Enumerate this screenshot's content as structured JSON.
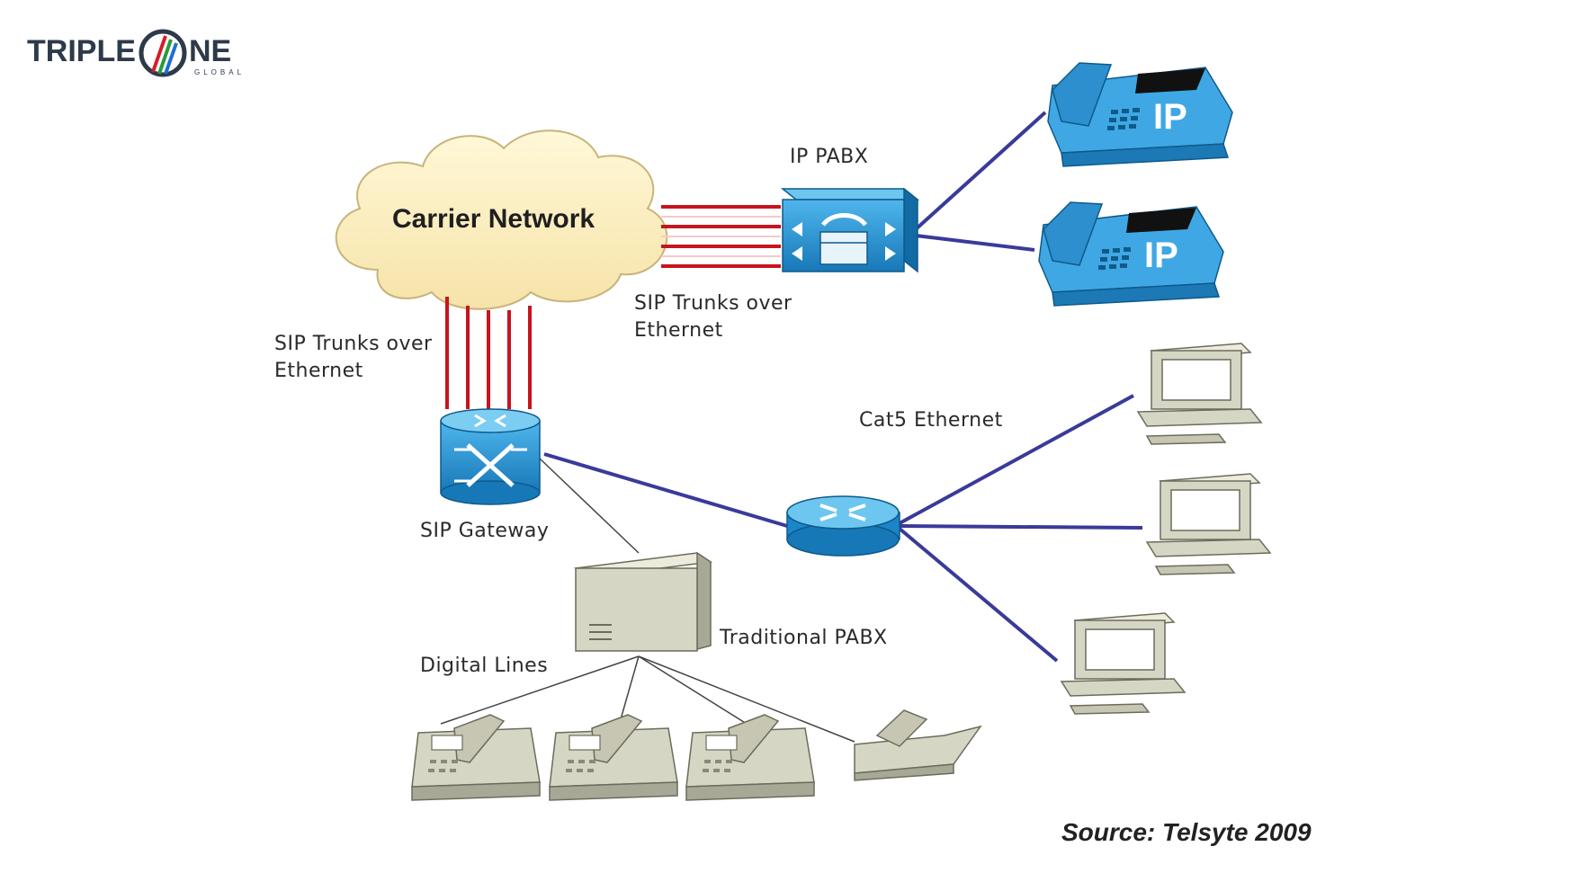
{
  "logo": {
    "left": "TRIPLE",
    "right": "NE",
    "sub": "GLOBAL"
  },
  "cloud": {
    "label": "Carrier Network"
  },
  "labels": {
    "ip_pabx": "IP PABX",
    "sip_trunks_right_1": "SIP Trunks over",
    "sip_trunks_right_2": "Ethernet",
    "sip_trunks_left_1": "SIP Trunks over",
    "sip_trunks_left_2": "Ethernet",
    "cat5": "Cat5 Ethernet",
    "sip_gateway": "SIP Gateway",
    "traditional_pabx": "Traditional PABX",
    "digital_lines": "Digital Lines",
    "ip_phone_badge": "IP"
  },
  "source": "Source: Telsyte 2009",
  "colors": {
    "trunk": "#c8141e",
    "link": "#3a3a9a",
    "device_blue": "#1f8fd0",
    "device_grey": "#d6d6c4"
  }
}
